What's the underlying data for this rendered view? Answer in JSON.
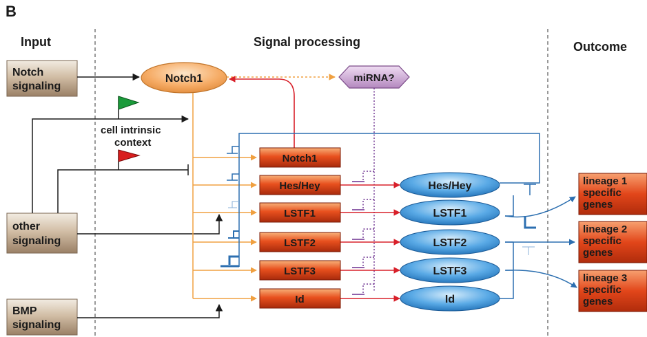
{
  "panel_label": "B",
  "headers": {
    "input": "Input",
    "processing": "Signal processing",
    "outcome": "Outcome"
  },
  "inputs": {
    "notch": [
      "Notch",
      "signaling"
    ],
    "other": [
      "other",
      "signaling"
    ],
    "bmp": [
      "BMP",
      "signaling"
    ]
  },
  "receptor": "Notch1",
  "mirna": "miRNA?",
  "context": [
    "cell intrinsic",
    "context"
  ],
  "genes": [
    "Notch1",
    "Hes/Hey",
    "LSTF1",
    "LSTF2",
    "LSTF3",
    "Id"
  ],
  "proteins": [
    "Hes/Hey",
    "LSTF1",
    "LSTF2",
    "LSTF3",
    "Id"
  ],
  "outcomes": [
    [
      "lineage 1",
      "specific",
      "genes"
    ],
    [
      "lineage 2",
      "specific",
      "genes"
    ],
    [
      "lineage 3",
      "specific",
      "genes"
    ]
  ],
  "colors": {
    "input_box": "#cbb49a",
    "receptor": "#f5a55c",
    "mirna": "#c9a6d0",
    "gene_box": "#e64a1c",
    "protein": "#3f98d8",
    "notch_line": "#f0a040",
    "red_arrow": "#d8202a",
    "blue_line": "#2c6fb0",
    "purple_line": "#6b2f8f",
    "green_flag": "#1a9a3a",
    "red_flag": "#d81e1e"
  }
}
